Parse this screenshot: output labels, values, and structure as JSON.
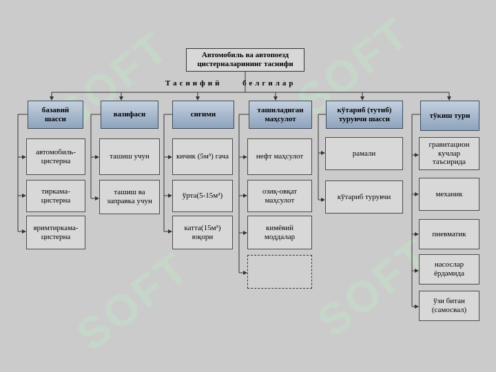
{
  "watermark": "SOFT",
  "title": "Автомобиль ва автопоезд цистерналарининг таснифи",
  "caption_left": "Таснифий",
  "caption_right": "белгилар",
  "columns": [
    {
      "header": "базавий шасси",
      "items": [
        "автомобиль-цистерна",
        "тиркама-цистерна",
        "яримтиркама-цистерна"
      ]
    },
    {
      "header": "вазифаси",
      "items": [
        "ташиш учун",
        "ташиш ва заправка учун"
      ]
    },
    {
      "header": "сиғими",
      "items": [
        "кичик (5м³) гача",
        "ўрта(5-15м³)",
        "катта(15м³) юқори"
      ]
    },
    {
      "header": "ташиладиган маҳсулот",
      "items": [
        "нефт маҳсулот",
        "озиқ-овқат маҳсулот",
        "кимёвий моддалар",
        ""
      ]
    },
    {
      "header": "кўтариб (тутиб) турувчи шасси",
      "items": [
        "рамали",
        "кўтариб турувчи"
      ]
    },
    {
      "header": "тўкиш тури",
      "items": [
        "гравитацион кучлар таъсирида",
        "механик",
        "пневматик",
        "насослар ёрдамида",
        "ўзи битан (самосвал)"
      ]
    }
  ]
}
